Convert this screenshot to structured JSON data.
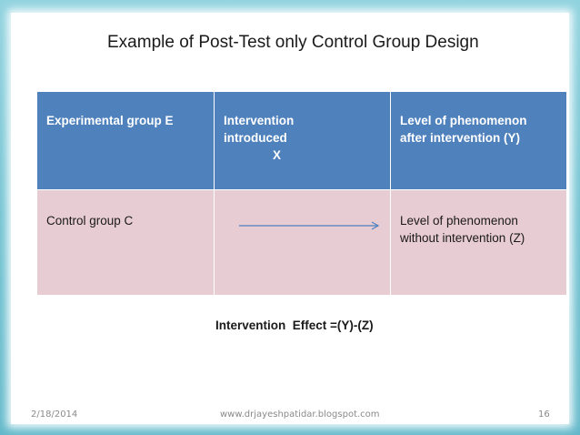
{
  "title": "Example of Post-Test  only Control Group Design",
  "table": {
    "header": {
      "group": "Experimental group E",
      "intervention_line1": "Intervention",
      "intervention_line2": "introduced",
      "intervention_symbol": "X",
      "outcome_line1": "Level of phenomenon",
      "outcome_line2": "after intervention (Y)"
    },
    "row": {
      "group": "Control group C",
      "outcome_line1": "Level of phenomenon",
      "outcome_line2": "without intervention (Z)"
    }
  },
  "effect_text": "Intervention  Effect =(Y)-(Z)",
  "footer": {
    "date": "2/18/2014",
    "url": "www.drjayeshpatidar.blogspot.com",
    "page": "16"
  },
  "colors": {
    "header_fill": "#4f81bd",
    "row_fill": "#e8ccd4",
    "arrow": "#4f81bd",
    "frame": "#6fc3d3"
  }
}
